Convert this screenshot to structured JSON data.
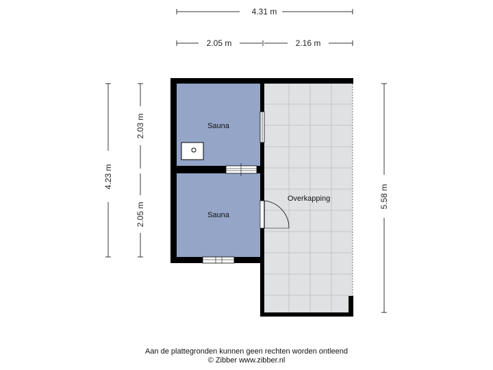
{
  "dimensions": {
    "total_width": "4.31 m",
    "left_width": "2.05 m",
    "right_width": "2.16 m",
    "total_height_left": "4.23 m",
    "upper_room_height": "2.03 m",
    "lower_room_height": "2.05 m",
    "total_height_right": "5.58 m"
  },
  "rooms": {
    "sauna_upper": "Sauna",
    "sauna_lower": "Sauna",
    "covered_area": "Overkapping"
  },
  "footer": {
    "disclaimer": "Aan de plattegronden kunnen geen rechten worden ontleend",
    "copyright": "© Zibber www.zibber.nl"
  },
  "colors": {
    "room_fill": "#94a5c7",
    "covered_fill": "#dfe1e2",
    "wall": "#000000"
  }
}
